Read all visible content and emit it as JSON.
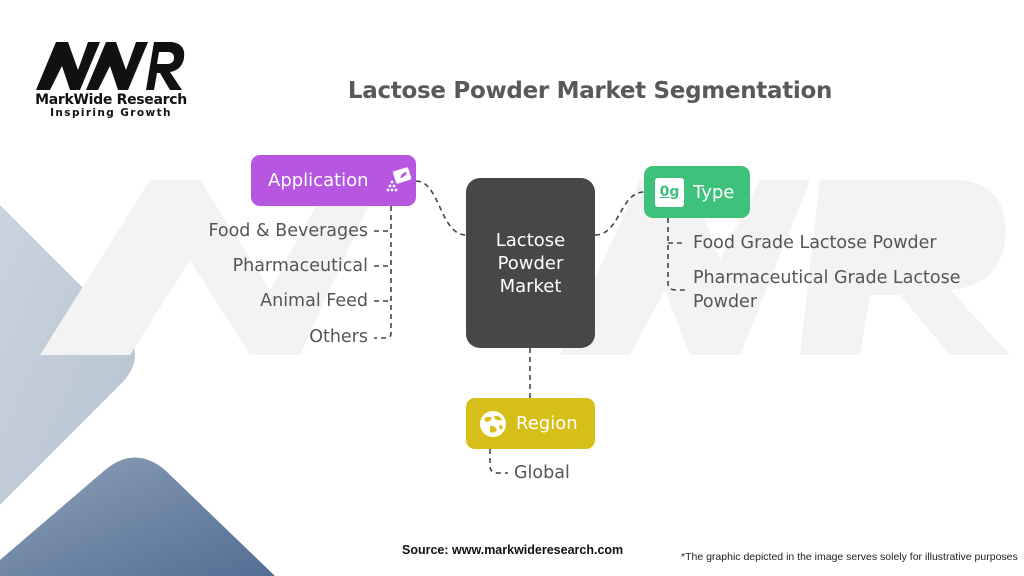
{
  "brand": {
    "name": "MarkWide Research",
    "tagline": "Inspiring Growth",
    "mark": "MWR"
  },
  "title": "Lactose Powder Market Segmentation",
  "center": {
    "label": "Lactose Powder Market"
  },
  "segments": {
    "application": {
      "label": "Application",
      "icon": "sprinkle-packet-icon",
      "color": "#b757e1",
      "items": [
        "Food & Beverages",
        "Pharmaceutical",
        "Animal Feed",
        "Others"
      ]
    },
    "type": {
      "label": "Type",
      "icon": "type-badge-icon",
      "icon_text": "0g",
      "color": "#3ec17b",
      "items": [
        "Food Grade Lactose Powder",
        "Pharmaceutical Grade Lactose",
        "Powder"
      ]
    },
    "region": {
      "label": "Region",
      "icon": "globe-icon",
      "color": "#d7bf19",
      "items": [
        "Global"
      ]
    }
  },
  "footer": {
    "source": "Source: www.markwideresearch.com",
    "note": "*The graphic depicted in the image serves solely for illustrative purposes"
  }
}
